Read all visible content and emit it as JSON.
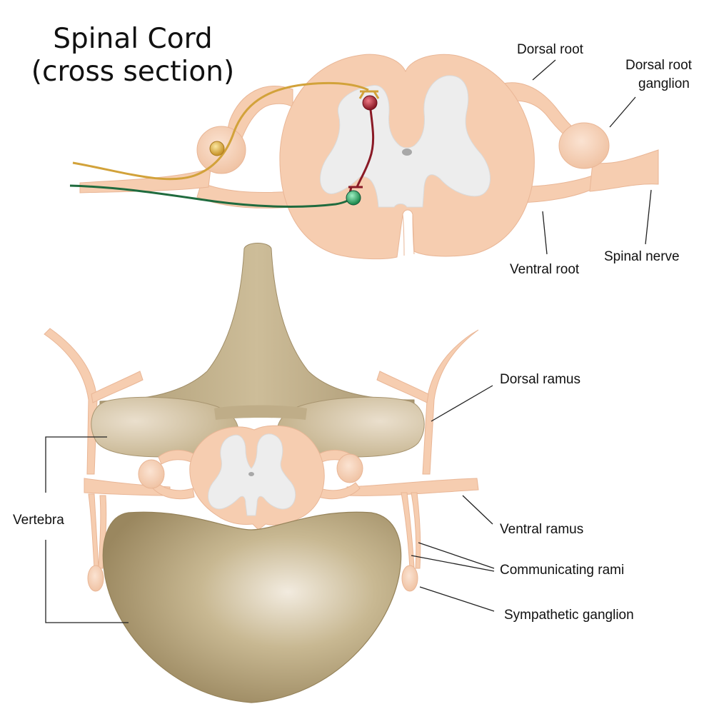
{
  "title": {
    "line1": "Spinal Cord",
    "line2": "(cross section)"
  },
  "labels": {
    "dorsal_root": "Dorsal root",
    "dorsal_root_ganglion_line1": "Dorsal root",
    "dorsal_root_ganglion_line2": "ganglion",
    "spinal_nerve": "Spinal nerve",
    "ventral_root": "Ventral root",
    "dorsal_ramus": "Dorsal ramus",
    "vertebra": "Vertebra",
    "ventral_ramus": "Ventral ramus",
    "communicating_rami": "Communicating rami",
    "sympathetic_ganglion": "Sympathetic ganglion"
  },
  "colors": {
    "nerve_tissue": "#f6cdb0",
    "nerve_outline": "#e9b696",
    "gray_matter": "#ededed",
    "bone": "#c9b895",
    "bone_dark": "#a99670",
    "sensory_neuron": "#d2a23a",
    "interneuron": "#8a1a26",
    "motor_neuron": "#1f6b3e"
  }
}
